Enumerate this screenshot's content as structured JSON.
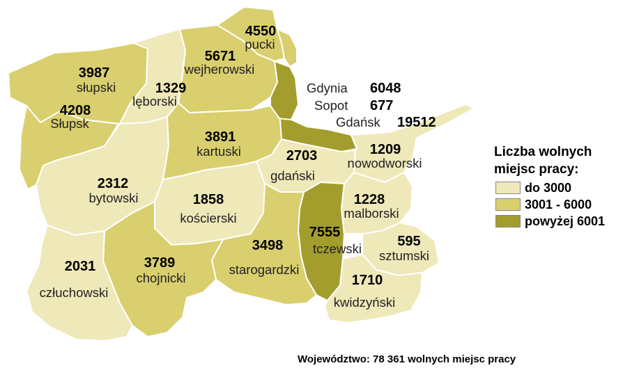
{
  "colors": {
    "low": "#efe8b9",
    "mid": "#d9cf6e",
    "high": "#a39d2e"
  },
  "legend": {
    "title_line1": "Liczba wolnych",
    "title_line2": "miejsc pracy:",
    "items": [
      {
        "label": "do 3000",
        "level": "low"
      },
      {
        "label": "3001 - 6000",
        "level": "mid"
      },
      {
        "label": "powyżej 6001",
        "level": "high"
      }
    ]
  },
  "regions": {
    "pucki": {
      "name": "pucki",
      "value": "4550",
      "level": "mid"
    },
    "wejherowski": {
      "name": "wejherowski",
      "value": "5671",
      "level": "mid"
    },
    "slupski": {
      "name": "słupski",
      "value": "3987",
      "level": "mid"
    },
    "slupsk": {
      "name": "Słupsk",
      "value": "4208",
      "level": "mid"
    },
    "leborski": {
      "name": "lęborski",
      "value": "1329",
      "level": "low"
    },
    "gdynia": {
      "name": "Gdynia",
      "value": "6048",
      "level": "high"
    },
    "sopot": {
      "name": "Sopot",
      "value": "677",
      "level": "low"
    },
    "gdansk": {
      "name": "Gdańsk",
      "value": "19512",
      "level": "high"
    },
    "kartuski": {
      "name": "kartuski",
      "value": "3891",
      "level": "mid"
    },
    "gdanski": {
      "name": "gdański",
      "value": "2703",
      "level": "low"
    },
    "nowodworski": {
      "name": "nowodworski",
      "value": "1209",
      "level": "low"
    },
    "bytowski": {
      "name": "bytowski",
      "value": "2312",
      "level": "low"
    },
    "koscierski": {
      "name": "kościerski",
      "value": "1858",
      "level": "low"
    },
    "malborski": {
      "name": "malborski",
      "value": "1228",
      "level": "low"
    },
    "tczewski": {
      "name": "tczewski",
      "value": "7555",
      "level": "high"
    },
    "sztumski": {
      "name": "sztumski",
      "value": "595",
      "level": "low"
    },
    "czluchowski": {
      "name": "człuchowski",
      "value": "2031",
      "level": "low"
    },
    "chojnicki": {
      "name": "chojnicki",
      "value": "3789",
      "level": "mid"
    },
    "starogardzki": {
      "name": "starogardzki",
      "value": "3498",
      "level": "mid"
    },
    "kwidzynski": {
      "name": "kwidzyński",
      "value": "1710",
      "level": "low"
    }
  },
  "footer": "Województwo: 78 361 wolnych miejsc pracy"
}
